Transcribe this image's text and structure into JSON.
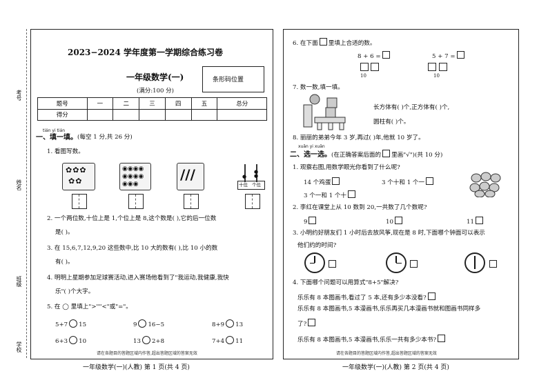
{
  "margin_labels": {
    "kaohao": "考号",
    "xingming": "姓名",
    "banji": "班级",
    "xuexiao": "学校"
  },
  "header": {
    "title": "2023−2024 学年度第一学期综合练习卷",
    "subtitle": "一年级数学(一)",
    "barcode_label": "条形码位置",
    "full_score": "(满分:100 分)"
  },
  "score_table": {
    "row1": [
      "题号",
      "一",
      "二",
      "三",
      "四",
      "五",
      "总分"
    ],
    "row2": [
      "得分",
      "",
      "",
      "",
      "",
      "",
      ""
    ]
  },
  "section1": {
    "pinyin": "tián yi tián",
    "title": "一、填一填。",
    "note": "(每空 1 分,共 26 分)",
    "q1": "1. 看图写数。",
    "abacus_labels": [
      "十位",
      "个位"
    ],
    "q2_line1": "2. 一个两位数,十位上是 1,个位上是 8,这个数是(        ),它的后一位数",
    "q2_line2": "是(        )。",
    "q3_line1": "3. 在 15,6,7,12,9,20 这些数中,比 10 大的数有(              ),比 10 小的数",
    "q3_line2": "有(              )。",
    "q4_line1": "4. 明明上星期参加足球赛活动,进入赛场他看到了\"我运动,我健康,我快",
    "q4_line2": "乐\"(        )个大字。",
    "q5": "5. 在 ◯ 里填上\">\"\"<\"或\"=\"。",
    "q5_items": [
      [
        "5+7",
        "15"
      ],
      [
        "9",
        "16−5"
      ],
      [
        "8+9",
        "13"
      ],
      [
        "6+3",
        "10"
      ],
      [
        "13",
        "2+8"
      ],
      [
        "7+4",
        "11"
      ]
    ]
  },
  "left_notice": "请在各题目的答题区域内作答,超出答题区域的答案无效",
  "left_footer": "一年级数学(一)(人教)   第 1 页(共 4 页)",
  "right": {
    "q6": "6. 在下面",
    "q6_tail": "里填上合适的数。",
    "q6_expr1": "8 + 6 =",
    "q6_expr2": "5 + 7 =",
    "q6_ten": "10",
    "q7": "7. 数一数,填一填。",
    "q7_line1": "长方体有(        )个,正方体有(        )个,",
    "q7_line2": "圆柱有(        )个。",
    "q8": "8. 丽丽的弟弟今年 3 岁,再过(        )年,他就 10 岁了。",
    "section2_pinyin": "xuǎn yi xuǎn",
    "section2_title": "二、选一选。",
    "section2_note": "(在正确答案后面的",
    "section2_note2": "里画\"√\")(共 10 分)",
    "s2q1": "1. 观察右图,用数学眼光你看到了什么呢?",
    "s2q1_opts": [
      "14 个鸡蛋",
      "3 个十和 1 个一",
      "3 个一和 1 个十"
    ],
    "s2q2": "2. 李红在课堂上从 10 数到 20,一共数了几个数呢?",
    "s2q2_opts": [
      "9",
      "10",
      "11"
    ],
    "s2q3_line1": "3. 小明约好朋友们 1 小时后去放风筝,现在是 8 时,下面哪个钟面可以表示",
    "s2q3_line2": "他们约的时间?",
    "s2q4": "4. 下面哪个问题可以用算式\"8+5\"解决?",
    "s2q4_a": "乐乐有 8 本图画书,看过了 5 本,还有多少本没看?",
    "s2q4_b1": "乐乐有 8 本图画书,5 本漫画书,乐乐再买几本漫画书就和图画书同样多",
    "s2q4_b2": "了?",
    "s2q4_c": "乐乐有 8 本图画书,5 本漫画书,乐乐一共有多少本书?",
    "notice": "请在各题目的答题区域内作答,超出答题区域的答案无效",
    "footer": "一年级数学(一)(人教)   第 2 页(共 4 页)"
  }
}
